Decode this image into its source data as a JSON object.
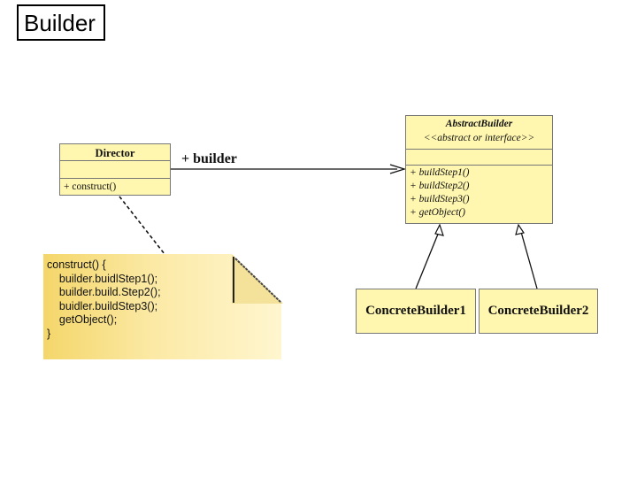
{
  "slide": {
    "title": "Builder"
  },
  "director": {
    "name": "Director",
    "operations": [
      "+ construct()"
    ]
  },
  "association": {
    "label": "+ builder"
  },
  "abstract_builder": {
    "name": "AbstractBuilder",
    "stereotype": "<<abstract or interface>>",
    "operations": [
      "+ buildStep1()",
      "+ buildStep2()",
      "+ buildStep3()",
      "+ getObject()"
    ]
  },
  "concrete_builders": [
    "ConcreteBuilder1",
    "ConcreteBuilder2"
  ],
  "note": {
    "lines": [
      "construct() {",
      "    builder.buidlStep1();",
      "    builder.build.Step2();",
      "    buidler.buildStep3();",
      "    getObject();",
      "}"
    ]
  }
}
